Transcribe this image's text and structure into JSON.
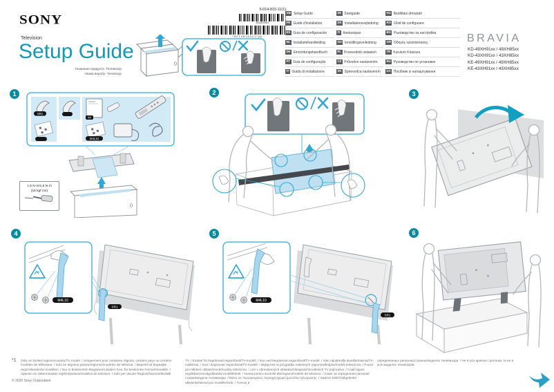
{
  "header": {
    "logo": "SONY",
    "subtitle": "Television",
    "title": "Setup Guide",
    "product_name_ru": "Название продукта: Телевизор",
    "product_name_ua": "Назва виробу: Телевізор"
  },
  "barcodes": {
    "part_number": "5-014-815-11(1)",
    "small_caption": "5014815011",
    "big_caption": "* 5 0 1 4 8 1 5 0 1 1 *  (1)"
  },
  "brand": {
    "logo": "BRAVIA",
    "models": [
      "KD-49XH91xx / 49XH85xx",
      "KD-43XH91xx / 43XH85xx",
      "KE-49XH91xx / 49XH85xx",
      "KE-43XH91xx / 43XH85xx"
    ]
  },
  "languages": {
    "items": [
      {
        "code": "GB",
        "label": "Setup Guide"
      },
      {
        "code": "FR",
        "label": "Guide d'installation"
      },
      {
        "code": "ES",
        "label": "Guía de configuración"
      },
      {
        "code": "NL",
        "label": "Installatiehandleiding"
      },
      {
        "code": "DE",
        "label": "Einrichtungshandbuch"
      },
      {
        "code": "PT",
        "label": "Guia de configuração"
      },
      {
        "code": "IT",
        "label": "Guida di installazione"
      },
      {
        "code": "SE",
        "label": "Startguide"
      },
      {
        "code": "DK",
        "label": "Installationsvejledning"
      },
      {
        "code": "FI",
        "label": "Asetusopas"
      },
      {
        "code": "NO",
        "label": "Innstillingsveiledning"
      },
      {
        "code": "PL",
        "label": "Przewodnik ustawień"
      },
      {
        "code": "CZ",
        "label": "Průvodce nastavením"
      },
      {
        "code": "SK",
        "label": "Sprievodca nastavením"
      },
      {
        "code": "HU",
        "label": "Beállítási útmutató"
      },
      {
        "code": "RO",
        "label": "Ghid de configurare"
      },
      {
        "code": "BG",
        "label": "Ръководство за настройка"
      },
      {
        "code": "GR",
        "label": "Οδηγός εγκατάστασης"
      },
      {
        "code": "TR",
        "label": "Kurulum Kılavuzu"
      },
      {
        "code": "RU",
        "label": "Руководство по установке"
      },
      {
        "code": "UA",
        "label": "Посібник із налаштування"
      }
    ]
  },
  "steps": {
    "step1": {
      "number": "1",
      "label_leg": "SR1",
      "label_manual": "IM",
      "label_screws": "M4L10",
      "torque_line1": "1.5 N·m/1,5 N·m",
      "torque_line2": "(15 kgf·cm)"
    },
    "step2": {
      "number": "2",
      "ok_icon": "check",
      "ng_icon": "no-entry/cross"
    },
    "step3": {
      "number": "3"
    },
    "step4": {
      "number": "4",
      "label_screws": "M4L10",
      "label_leg": "SR1"
    },
    "step5": {
      "number": "5",
      "label_screws": "M4L10",
      "label_leg": "SR1"
    },
    "step6": {
      "number": "6"
    }
  },
  "footnote": {
    "marker": "*1",
    "col1": "Only on limited regions/country/TV model. / Uniquement pour certaines régions, certains pays ou certains modèles de téléviseur. / Solo en algunos países/regiones/modelos de televisor. / Beperkt tot bepaalde regio's/landen/tv-modellen. / Nur in bestimmten Regionen/Ländern bzw. für bestimmte Fernsehmodelle. / Apenas em determinadas regiões/países/modelos de televisor. / Solo per alcune Regioni/Nazioni/Modelli",
    "col2": "TV. / Endast för begränsad region/land/TV-modell. / Kun ved begrænset region/land/TV-model. / Vain rajoitetuilla alueilla/maissa/TV-malleissa. / Kun i begrenset region/land/TV-modell. / Wyłącznie w przypadku niektórych regionów/krajów/modeli telewizora. / Pouze pro některé oblasti/země/modely televizoru. / Len v obmedzených oblastiach/krajinách/modeloch TV prijímačov. / Csak egyes régiókban/országokban/tv-modelleknél. / Numai pentru anumite țări/regiuni/modele de televizor. / Само за определени региони/страни/модели телевизори. / Μόνο σε περιορισμένες περιοχές/χώρες/μοντέλα τηλεόρασης. / Sadece belirli bölgelerde/ülkelerde/televizyon modellerinde. / Только в",
    "col3": "определенных регионах/странах/моделях телевизора. / Не в усіх країнах і регіонах та не в усіх моделях телевізорів."
  },
  "copyright": "© 2020 Sony Corporation",
  "colors": {
    "accent_teal": "#048ba1",
    "title_teal": "#1597b8",
    "callout_cyan": "#4cb8de",
    "highlight_blue": "#bfe0f1"
  }
}
